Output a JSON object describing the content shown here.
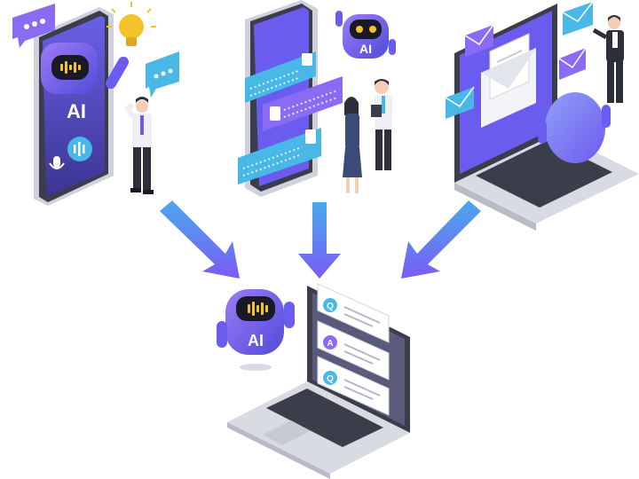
{
  "illustration": {
    "robot_badge_label": "AI",
    "qa_labels": [
      "Q",
      "A",
      "Q"
    ],
    "colors": {
      "purple": "#6b5cf0",
      "violet": "#8a6cf4",
      "lavender": "#a59bf5",
      "cyan": "#49b8e6",
      "dark": "#2c2e3a",
      "bulb": "#f5c32c"
    }
  }
}
